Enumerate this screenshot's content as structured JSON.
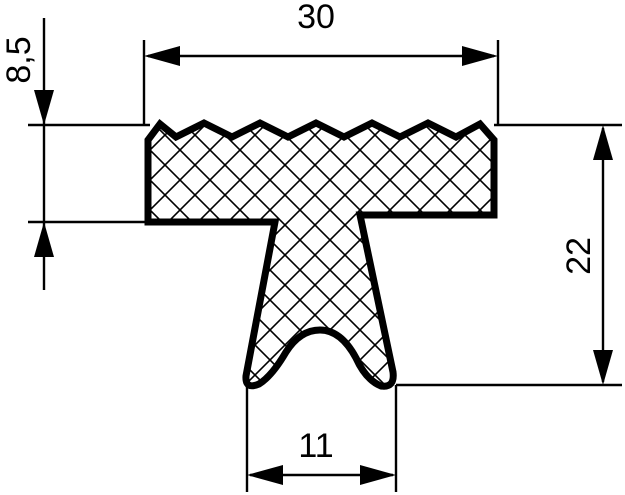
{
  "colors": {
    "ink": "#000000",
    "background": "#ffffff"
  },
  "dimensions": {
    "top_width": "30",
    "bottom_width": "11",
    "cap_height": "8,5",
    "total_height": "22"
  },
  "fill_pattern": "cross-hatch"
}
